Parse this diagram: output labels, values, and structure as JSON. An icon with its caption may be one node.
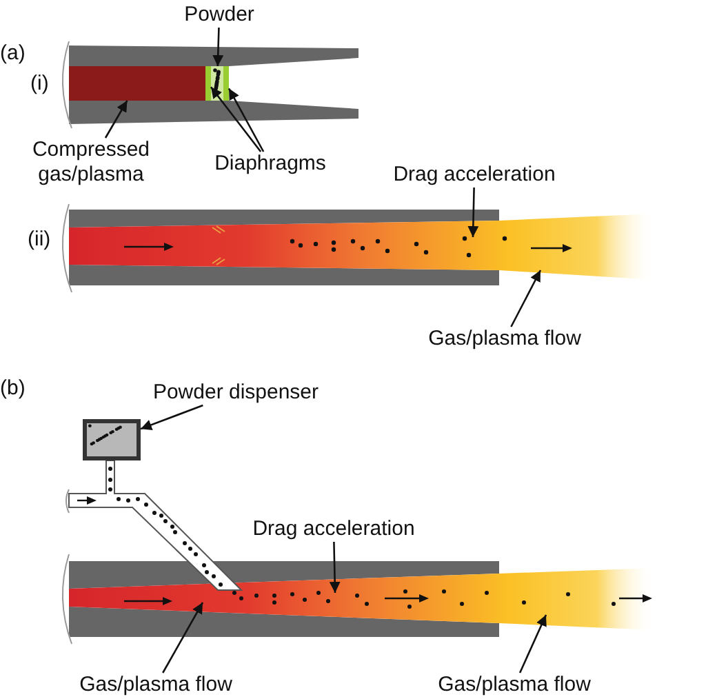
{
  "diagram": {
    "nodes": [
      {
        "text": [
          "Powder"
        ]
      },
      {
        "text": [],
        "shape": "box"
      },
      {
        "text": [
          "Compressed gas/plasma"
        ]
      },
      {
        "text": [],
        "shape": "box"
      },
      {
        "text": [
          "Diaphragms"
        ]
      },
      {
        "text": [],
        "shape": "bar"
      },
      {
        "text": [],
        "shape": "bar"
      },
      {
        "text": [
          "Drag acceleration"
        ]
      },
      {
        "text": [
          "Gas/plasma flow"
        ]
      },
      {
        "text": [
          "Powder dispenser"
        ]
      },
      {
        "text": [],
        "shape": "box"
      },
      {
        "text": [
          "Drag acceleration"
        ]
      },
      {
        "text": [
          "Gas/plasma flow"
        ]
      },
      {
        "text": [
          "Gas/plasma flow"
        ]
      }
    ],
    "edges": [
      {
        "from": 0,
        "to": 1,
        "arrow": "to"
      },
      {
        "from": 2,
        "to": 3,
        "arrow": "to"
      },
      {
        "from": 4,
        "to": 5,
        "arrow": "to"
      },
      {
        "from": 4,
        "to": 6,
        "arrow": "to"
      },
      {
        "from": 7,
        "to": null,
        "arrow": "to"
      },
      {
        "from": 8,
        "to": null,
        "arrow": "to"
      },
      {
        "from": 9,
        "to": 10,
        "arrow": "to"
      },
      {
        "from": 11,
        "to": null,
        "arrow": "to"
      },
      {
        "from": 12,
        "to": null,
        "arrow": "to"
      },
      {
        "from": 13,
        "to": null,
        "arrow": "to"
      }
    ],
    "labels": [
      "(a)",
      "(i)",
      "(ii)",
      "(b)"
    ]
  }
}
